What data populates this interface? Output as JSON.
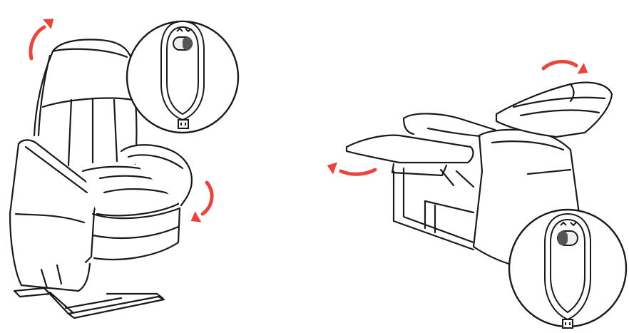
{
  "figure": {
    "panels": [
      {
        "id": "lift-position",
        "remote_icon": "recliner-remote-icon",
        "arrows": [
          "back-rotate-arrow",
          "arm-forward-arrow"
        ]
      },
      {
        "id": "recline-position",
        "remote_icon": "recliner-remote-icon",
        "arrows": [
          "headrest-back-arrow",
          "footrest-out-arrow"
        ]
      }
    ]
  },
  "colors": {
    "line": "#1a1a1a",
    "arrow": "#e8463c",
    "background": "#ffffff",
    "button_dark": "#555555",
    "button_light": "#eeeeee"
  }
}
